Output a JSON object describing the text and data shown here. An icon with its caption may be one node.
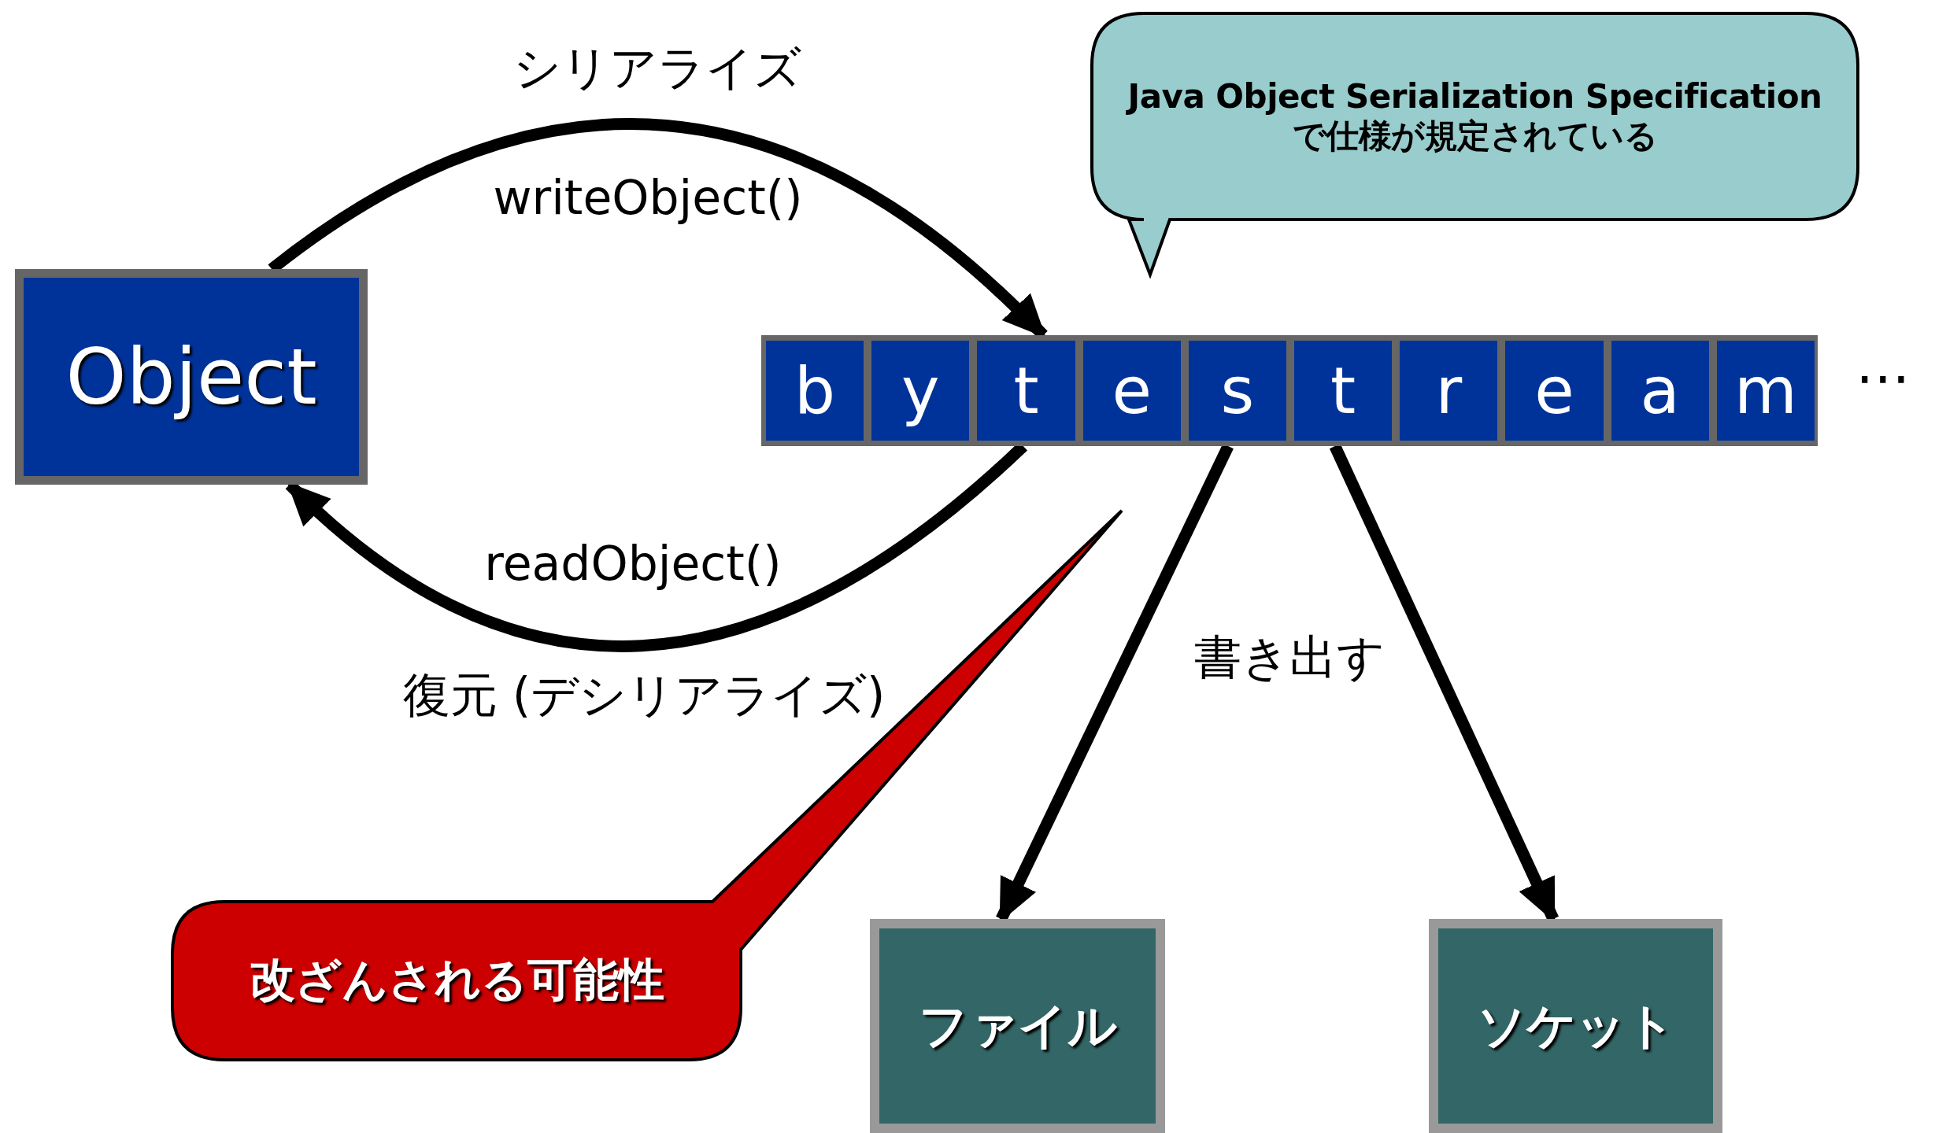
{
  "diagram": {
    "nodes": [
      {
        "text": [
          "Object"
        ]
      },
      {
        "text": [],
        "shape": "bar"
      },
      {
        "text": [
          "b"
        ],
        "in": 1
      },
      {
        "text": [
          "y"
        ],
        "in": 1
      },
      {
        "text": [
          "t"
        ],
        "in": 1
      },
      {
        "text": [
          "e"
        ],
        "in": 1
      },
      {
        "text": [
          "s"
        ],
        "in": 1
      },
      {
        "text": [
          "t"
        ],
        "in": 1
      },
      {
        "text": [
          "r"
        ],
        "in": 1
      },
      {
        "text": [
          "e"
        ],
        "in": 1
      },
      {
        "text": [
          "a"
        ],
        "in": 1
      },
      {
        "text": [
          "m"
        ],
        "in": 1
      },
      {
        "text": [
          "Java Object Serialization Specification で仕様が規定されている"
        ]
      },
      {
        "text": [
          "改ざんされる可能性"
        ]
      },
      {
        "text": [
          "ファイル"
        ]
      },
      {
        "text": [
          "ソケット"
        ]
      }
    ],
    "edges": [
      {
        "from": 0,
        "to": 1,
        "arrow": "to",
        "label": "writeObject()"
      },
      {
        "from": 1,
        "to": 0,
        "arrow": "to",
        "label": "readObject()"
      },
      {
        "from": 1,
        "to": 14,
        "arrow": "to"
      },
      {
        "from": 1,
        "to": 15,
        "arrow": "to"
      }
    ],
    "labels": [
      "シリアライズ",
      "⋯",
      "復元 (デシリアライズ)",
      "書き出す"
    ]
  }
}
